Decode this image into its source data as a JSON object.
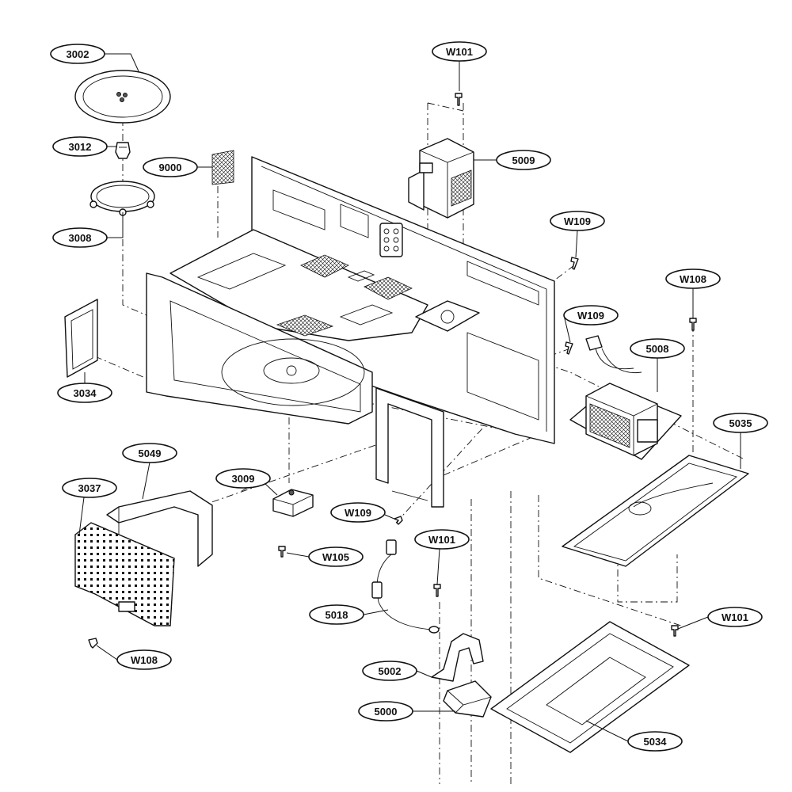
{
  "diagram": {
    "labels": {
      "p3002": "3002",
      "p3012": "3012",
      "p9000": "9000",
      "p3008": "3008",
      "p3034": "3034",
      "p5049": "5049",
      "p3037": "3037",
      "p3009": "3009",
      "pW108a": "W108",
      "pW105": "W105",
      "pW101top": "W101",
      "p5009": "5009",
      "pW109a": "W109",
      "pW109b": "W109",
      "pW108b": "W108",
      "p5008": "5008",
      "p5035": "5035",
      "pW109c": "W109",
      "pW101mid": "W101",
      "p5018": "5018",
      "p5002": "5002",
      "p5000": "5000",
      "pW101right": "W101",
      "p5034": "5034"
    }
  }
}
